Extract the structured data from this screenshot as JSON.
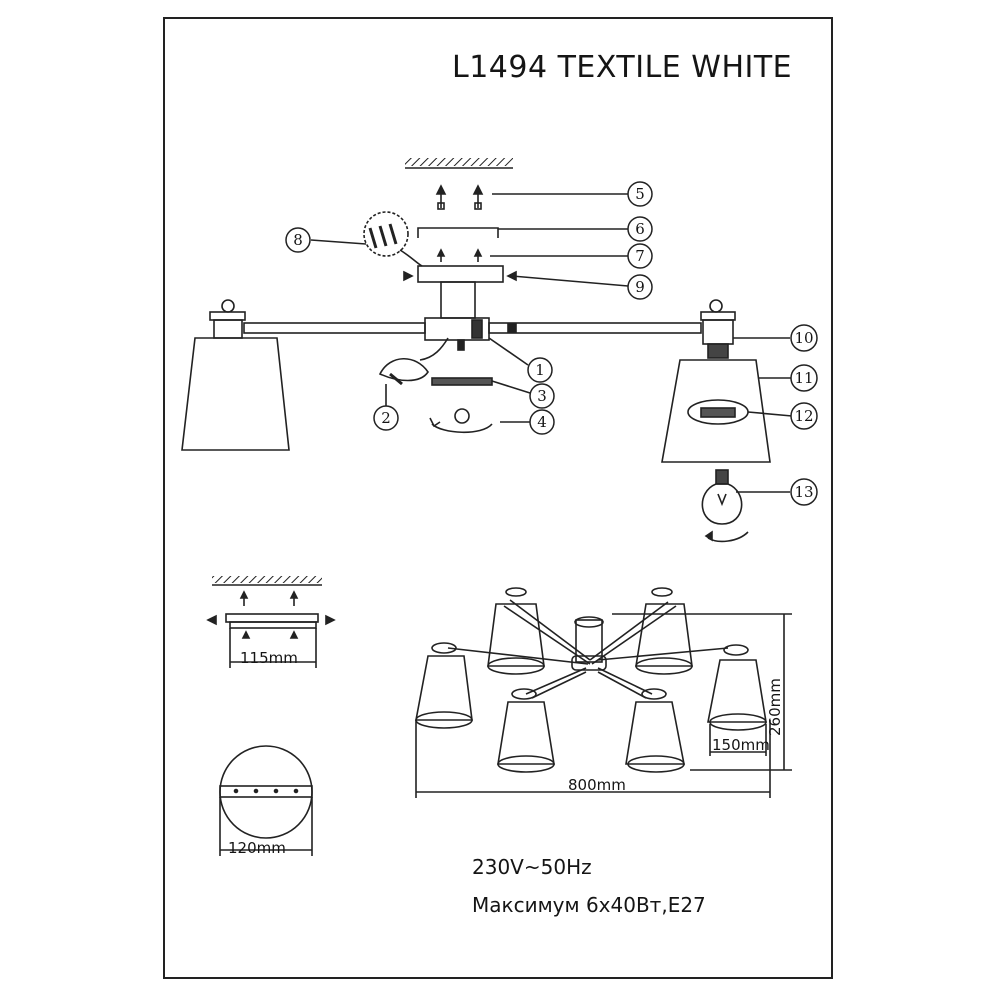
{
  "title": "L1494 TEXTILE WHITE",
  "callouts": [
    "1",
    "2",
    "3",
    "4",
    "5",
    "6",
    "7",
    "8",
    "9",
    "10",
    "11",
    "12",
    "13"
  ],
  "dimensions": {
    "bracket_width": "115mm",
    "canopy_diameter": "120mm",
    "overall_width": "800mm",
    "height": "260mm",
    "shade_width": "150mm"
  },
  "specs": {
    "voltage": "230V~50Hz",
    "max": "Максимум 6х40Вт,E27"
  }
}
